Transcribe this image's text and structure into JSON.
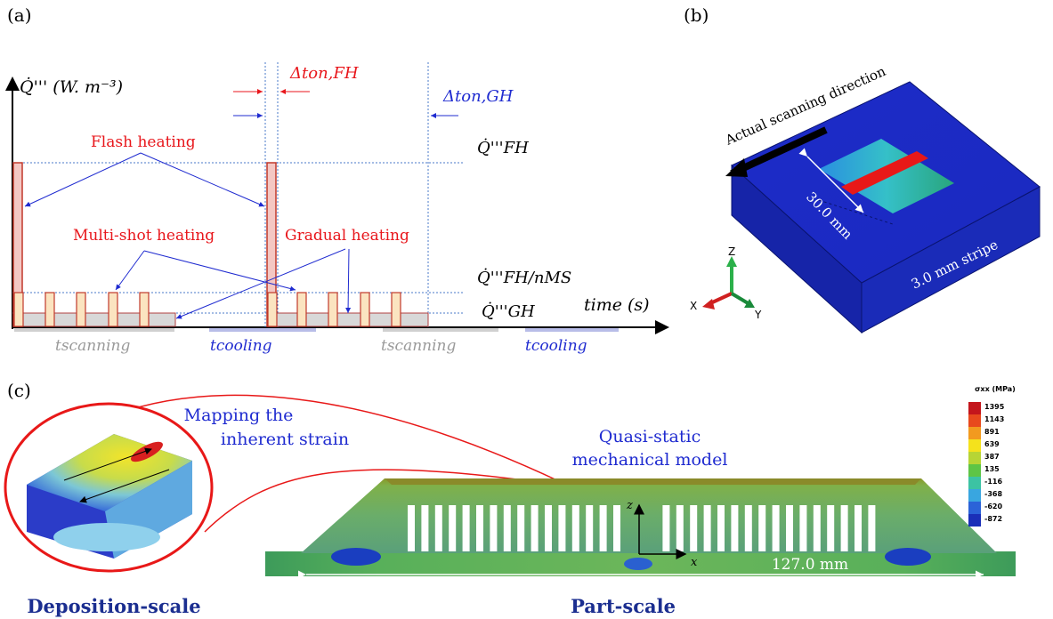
{
  "panel_labels": {
    "a": "(a)",
    "b": "(b)",
    "c": "(c)"
  },
  "panel_a": {
    "y_axis_label": "Q̇''' (W. m⁻³)",
    "x_axis_label": "time (s)",
    "levels": {
      "fh": "Q̇'''FH",
      "ms": "Q̇'''FH/nMS",
      "gh": "Q̇'''GH"
    },
    "dt_fh": "Δton,FH",
    "dt_gh": "Δton,GH",
    "annotations": {
      "flash": "Flash heating",
      "multishot": "Multi-shot heating",
      "gradual": "Gradual heating"
    },
    "phases": [
      "tscanning",
      "tcooling",
      "tscanning",
      "tcooling"
    ],
    "colors": {
      "red": "#e8161b",
      "blue": "#1f2bd0",
      "gray": "#9a9a9a",
      "bar_fill": "#f4c7c3",
      "ms_fill": "#fbe4c0"
    }
  },
  "panel_b": {
    "scan_direction": "Actual scanning direction",
    "width_label": "30.0 mm",
    "stripe_label": "3.0 mm stripe",
    "axes": {
      "z": "Z",
      "x": "X",
      "y": "Y"
    }
  },
  "panel_c": {
    "mapping_label": "Mapping the inherent strain",
    "mapping_line1": "Mapping the",
    "mapping_line2": "inherent strain",
    "model_line1": "Quasi-static",
    "model_line2": "mechanical model",
    "dimension_label": "127.0 mm",
    "deposition_label": "Deposition-scale",
    "part_label": "Part-scale",
    "axes": {
      "z": "z",
      "x": "x"
    },
    "colorbar": {
      "title": "σxx (MPa)",
      "ticks": [
        "1395",
        "1143",
        "891",
        "639",
        "387",
        "135",
        "-116",
        "-368",
        "-620",
        "-872"
      ],
      "colors": [
        "#c4161c",
        "#e8491d",
        "#f29a1f",
        "#f4e21c",
        "#b7d535",
        "#5ec545",
        "#3cc3a3",
        "#39a6e0",
        "#2b63d8",
        "#1a2fb8"
      ]
    }
  }
}
